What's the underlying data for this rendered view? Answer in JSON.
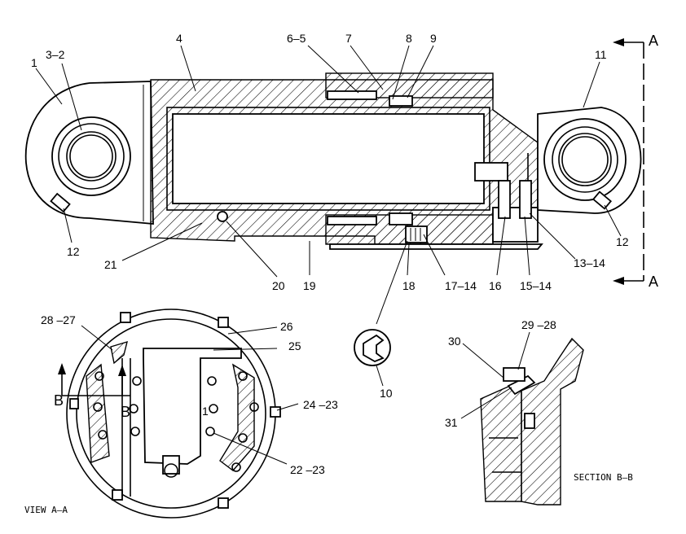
{
  "callouts": {
    "c1": "1",
    "c3_2": "3–2",
    "c4": "4",
    "c6_5": "6–5",
    "c7": "7",
    "c8": "8",
    "c9": "9",
    "c11": "11",
    "c12_left": "12",
    "c12_right": "12",
    "c21": "21",
    "c20": "20",
    "c19": "19",
    "c18": "18",
    "c17_14": "17–14",
    "c16": "16",
    "c15_14": "15–14",
    "c13_14": "13–14",
    "c10": "10",
    "c28_27": "28 –27",
    "c26": "26",
    "c25": "25",
    "c24_23": "24 –23",
    "c22_23": "22 –23",
    "c29_28": "29 –28",
    "c30": "30",
    "c31": "31",
    "center_1": "1"
  },
  "section_marks": {
    "a_top": "A",
    "a_bottom": "A",
    "b_left": "B",
    "b_right": "B"
  },
  "captions": {
    "view": "VIEW A–A",
    "section": "SECTION B–B"
  }
}
